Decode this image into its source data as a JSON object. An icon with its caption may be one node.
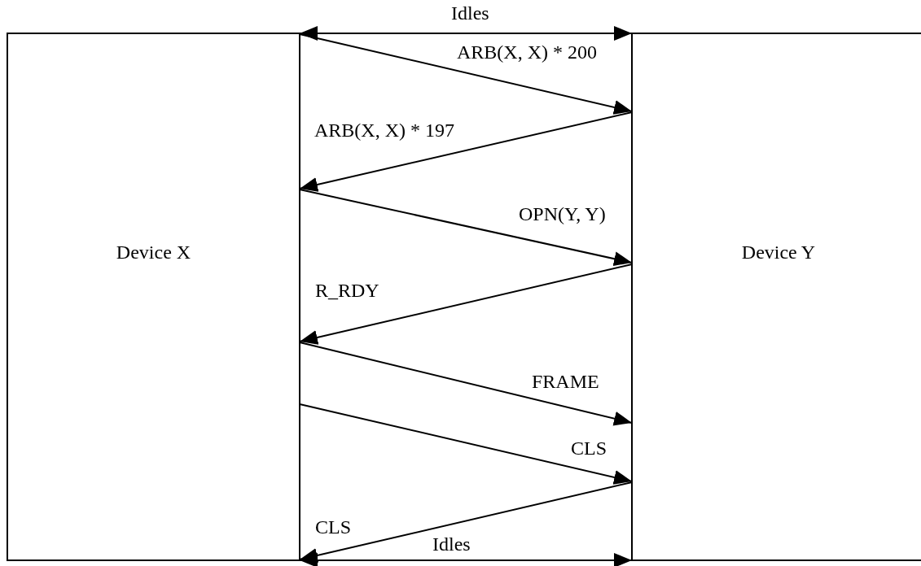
{
  "diagram": {
    "nodes": [
      {
        "text": [
          "Device X"
        ]
      },
      {
        "text": [
          "Device Y"
        ]
      }
    ],
    "edges": [
      {
        "from": 0,
        "to": 1,
        "arrow": "both",
        "label": "Idles"
      },
      {
        "from": 0,
        "to": 1,
        "arrow": "to",
        "label": "ARB(X, X) * 200"
      },
      {
        "from": 1,
        "to": 0,
        "arrow": "to",
        "label": "ARB(X, X) * 197"
      },
      {
        "from": 0,
        "to": 1,
        "arrow": "to",
        "label": "OPN(Y, Y)"
      },
      {
        "from": 1,
        "to": 0,
        "arrow": "to",
        "label": "R_RDY"
      },
      {
        "from": 0,
        "to": 1,
        "arrow": "to",
        "label": "FRAME"
      },
      {
        "from": 0,
        "to": 1,
        "arrow": "to",
        "label": "CLS"
      },
      {
        "from": 1,
        "to": 0,
        "arrow": "to",
        "label": "CLS"
      },
      {
        "from": 0,
        "to": 1,
        "arrow": "both",
        "label": "Idles"
      }
    ]
  }
}
